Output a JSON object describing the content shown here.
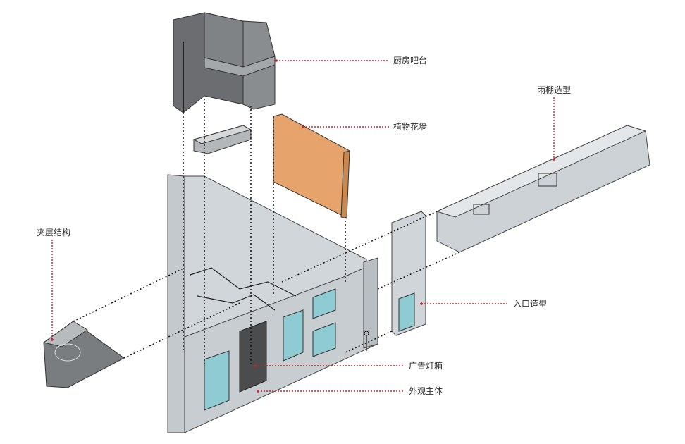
{
  "labels": {
    "kitchen_bar": "厨房吧台",
    "plant_wall": "植物花墙",
    "canopy": "雨棚造型",
    "mezzanine": "夹层结构",
    "entrance": "入口造型",
    "lightbox": "广告灯箱",
    "facade": "外观主体"
  },
  "colors": {
    "leader": "#c0262d",
    "projection": "#1a1a1a",
    "volume_dark": "#6f7174",
    "volume_light": "#d4d8dc",
    "plant_wall": "#e6a46c",
    "glass": "#8fcbd2"
  }
}
